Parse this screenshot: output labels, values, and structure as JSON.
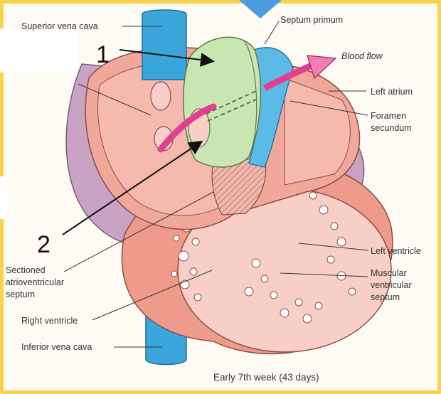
{
  "labels": {
    "superior_vena_cava": "Superior vena cava",
    "septum_primum": "Septum primum",
    "blood_flow": "Blood flow",
    "left_atrium": "Left atrium",
    "foramen_secundum_1": "Foramen",
    "foramen_secundum_2": "secundum",
    "sectioned_av_1": "Sectioned",
    "sectioned_av_2": "atrioventricular",
    "sectioned_av_3": "septum",
    "left_ventricle": "Left ventricle",
    "muscular_vs_1": "Muscular",
    "muscular_vs_2": "ventricular",
    "muscular_vs_3": "septum",
    "right_ventricle": "Right ventricle",
    "inferior_vena_cava": "Inferior vena cava"
  },
  "markers": {
    "one": "1",
    "two": "2"
  },
  "caption": "Early 7th week (43 days)",
  "colors": {
    "frame": "#f7d34d",
    "vessel_blue": "#3aa6dc",
    "septum_green": "#c9e5b2",
    "muscle_pink": "#f0a89a",
    "inner_pink": "#f7cfc6",
    "pericardium_purple": "#c9a3c4",
    "flow_magenta": "#e0408f",
    "pointer_blue": "#4a9be0"
  }
}
